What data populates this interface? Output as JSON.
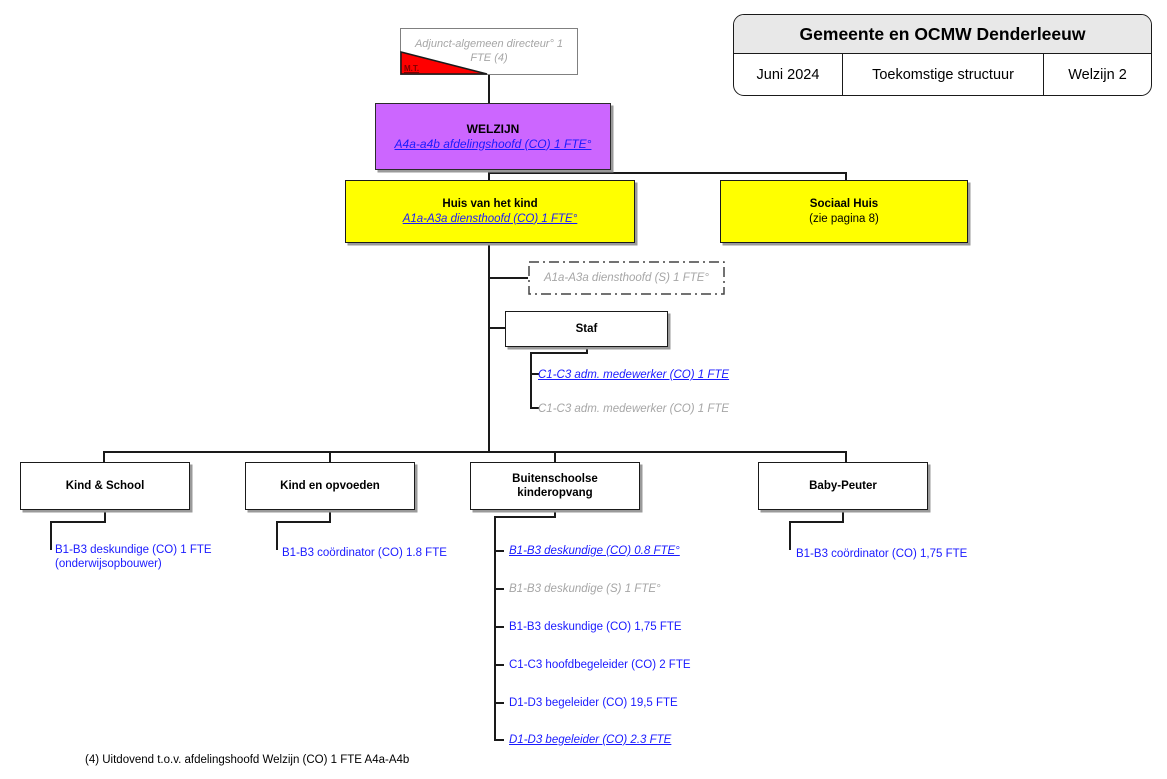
{
  "header": {
    "title": "Gemeente en OCMW Denderleeuw",
    "date": "Juni 2024",
    "structure": "Toekomstige structuur",
    "page": "Welzijn 2"
  },
  "chart": {
    "director": {
      "text": "Adjunct-algemeen directeur° 1 FTE (4)",
      "badge": "M.T."
    },
    "welzijn": {
      "title": "WELZIJN",
      "role": "A4a-a4b afdelingshoofd (CO) 1 FTE°"
    },
    "huis_van_het_kind": {
      "title": "Huis van het kind",
      "role": "A1a-A3a diensthoofd (CO) 1 FTE°"
    },
    "sociaal_huis": {
      "title": "Sociaal Huis",
      "note": "(zie pagina 8)"
    },
    "diensthoofd_s": {
      "text": "A1a-A3a diensthoofd (S) 1 FTE°"
    },
    "staf": {
      "title": "Staf",
      "items": [
        {
          "text": "C1-C3 adm. medewerker (CO) 1 FTE",
          "variant": "link-underline"
        },
        {
          "text": "C1-C3 adm. medewerker (CO) 1 FTE",
          "variant": "muted"
        }
      ]
    },
    "departments": [
      {
        "title": "Kind & School",
        "items": [
          {
            "text": "B1-B3 deskundige (CO) 1 FTE",
            "text2": "(onderwijsopbouwer)",
            "variant": "link"
          }
        ]
      },
      {
        "title": "Kind en opvoeden",
        "items": [
          {
            "text": "B1-B3 coördinator (CO) 1.8 FTE",
            "variant": "link"
          }
        ]
      },
      {
        "title": "Buitenschoolse kinderopvang",
        "items": [
          {
            "text": "B1-B3 deskundige (CO) 0.8 FTE°",
            "variant": "link-underline"
          },
          {
            "text": "B1-B3 deskundige (S) 1 FTE°",
            "variant": "muted"
          },
          {
            "text": "B1-B3 deskundige (CO) 1,75 FTE",
            "variant": "link"
          },
          {
            "text": "C1-C3 hoofdbegeleider (CO) 2 FTE",
            "variant": "link"
          },
          {
            "text": "D1-D3 begeleider (CO) 19,5 FTE",
            "variant": "link"
          },
          {
            "text": "D1-D3 begeleider (CO) 2.3 FTE",
            "variant": "link-underline"
          }
        ]
      },
      {
        "title": "Baby-Peuter",
        "items": [
          {
            "text": "B1-B3 coördinator (CO) 1,75 FTE",
            "variant": "link"
          }
        ]
      }
    ],
    "footnote": "(4) Uitdovend t.o.v. afdelingshoofd Welzijn (CO) 1 FTE A4a-A4b"
  },
  "colors": {
    "purple": "#CC66FF",
    "yellow": "#FFFF00",
    "red": "#FF0000",
    "link_blue": "#1A1AFF",
    "muted_gray": "#A6A6A6",
    "header_bg": "#E8E8E8"
  }
}
